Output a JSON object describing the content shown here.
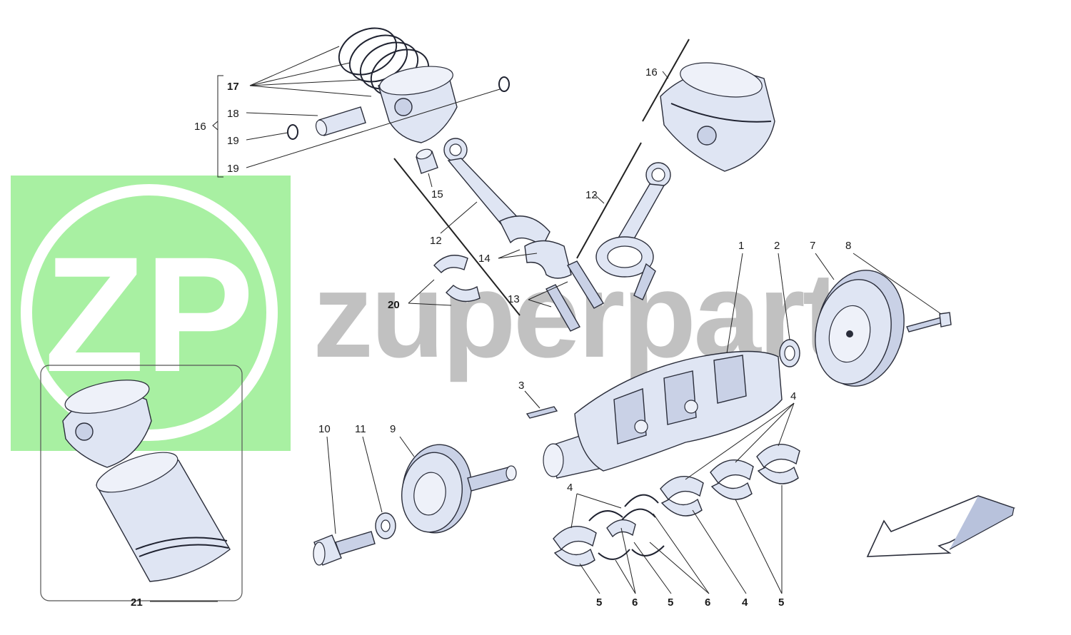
{
  "watermark": {
    "logo": "ZP",
    "text": "zuperparts",
    "logo_bg_color": "#a8f0a2",
    "text_color": "#6b6b6b"
  },
  "labels": {
    "l1": "1",
    "l2": "2",
    "l3": "3",
    "l4a": "4",
    "l4b": "4",
    "l4c": "4",
    "l5a": "5",
    "l5b": "5",
    "l5c": "5",
    "l6a": "6",
    "l6b": "6",
    "l7": "7",
    "l8": "8",
    "l9": "9",
    "l10": "10",
    "l11": "11",
    "l12a": "12",
    "l12b": "12",
    "l13": "13",
    "l14": "14",
    "l15": "15",
    "l16a": "16",
    "l16b": "16",
    "l17": "17",
    "l18": "18",
    "l19a": "19",
    "l19b": "19",
    "l20": "20",
    "l21": "21"
  },
  "direction_arrow": "front-arrow-icon",
  "colors": {
    "part_fill": "#dfe5f3",
    "outline": "#2a2d3a"
  }
}
